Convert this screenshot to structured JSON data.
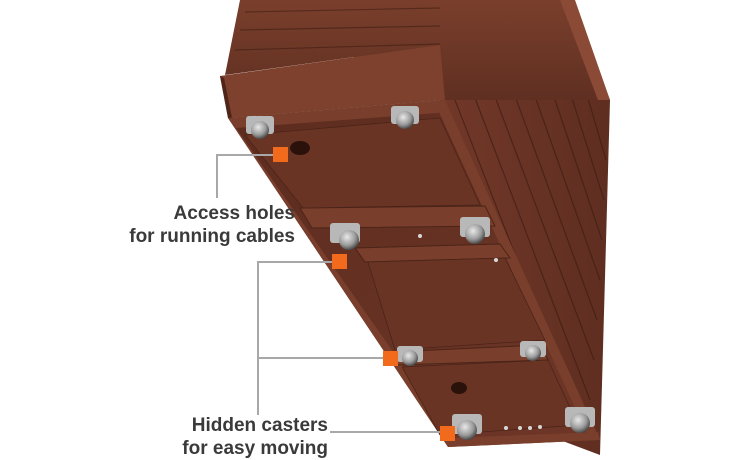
{
  "callouts": {
    "access_holes": {
      "line1": "Access holes",
      "line2": "for running cables"
    },
    "hidden_casters": {
      "line1": "Hidden casters",
      "line2": "for easy moving"
    }
  },
  "colors": {
    "wood_brown": "#6b3524",
    "wood_brown_dark": "#4a2418",
    "wood_brown_light": "#8a4a35",
    "marker_orange": "#f26b1d",
    "callout_line": "#a8a8a8",
    "label_text": "#3a3a3a"
  }
}
